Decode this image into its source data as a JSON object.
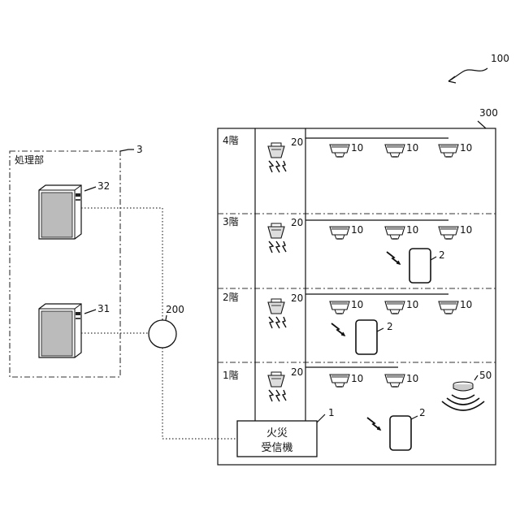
{
  "labels": {
    "system": "100",
    "building": "300",
    "processing_unit_label": "処理部",
    "processing_unit_ref": "3",
    "server_upper": "32",
    "server_lower": "31",
    "network": "200",
    "receiver_ref": "1",
    "receiver_line1": "火災",
    "receiver_line2": "受信機",
    "alarm": "20",
    "detector": "10",
    "terminal": "2",
    "other_device": "50"
  },
  "floors": [
    {
      "name": "4階",
      "has_terminal": false
    },
    {
      "name": "3階",
      "has_terminal": true
    },
    {
      "name": "2階",
      "has_terminal": true
    },
    {
      "name": "1階",
      "has_terminal": true
    }
  ],
  "colors": {
    "line": "#111111",
    "fill": "#ffffff",
    "shade": "#cccccc"
  }
}
